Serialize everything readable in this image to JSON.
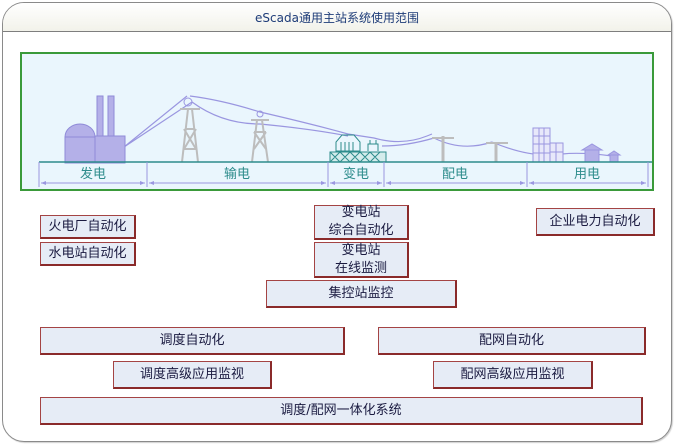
{
  "window": {
    "title": "eScada通用主站系统使用范围"
  },
  "colors": {
    "scene_border": "#3a9a3a",
    "scene_bg": "#eaf6fd",
    "equipment": "#a8a4e0",
    "tower": "#b8b8b8",
    "substation": "#2d8c8c",
    "box_border": "#8a2a2a",
    "box_bg": "#e6ecf6"
  },
  "scene": {
    "segments": [
      {
        "label": "发电"
      },
      {
        "label": "输电"
      },
      {
        "label": "变电"
      },
      {
        "label": "配电"
      },
      {
        "label": "用电"
      }
    ]
  },
  "boxes": {
    "thermal": "火电厂自动化",
    "hydro": "水电站自动化",
    "substation_auto_l1": "变电站",
    "substation_auto_l2": "综合自动化",
    "substation_mon_l1": "变电站",
    "substation_mon_l2": "在线监测",
    "centralized": "集控站监控",
    "enterprise": "企业电力自动化",
    "dispatch_auto": "调度自动化",
    "distribution_auto": "配网自动化",
    "dispatch_adv": "调度高级应用监视",
    "distribution_adv": "配网高级应用监视",
    "integrated": "调度/配网一体化系统"
  }
}
